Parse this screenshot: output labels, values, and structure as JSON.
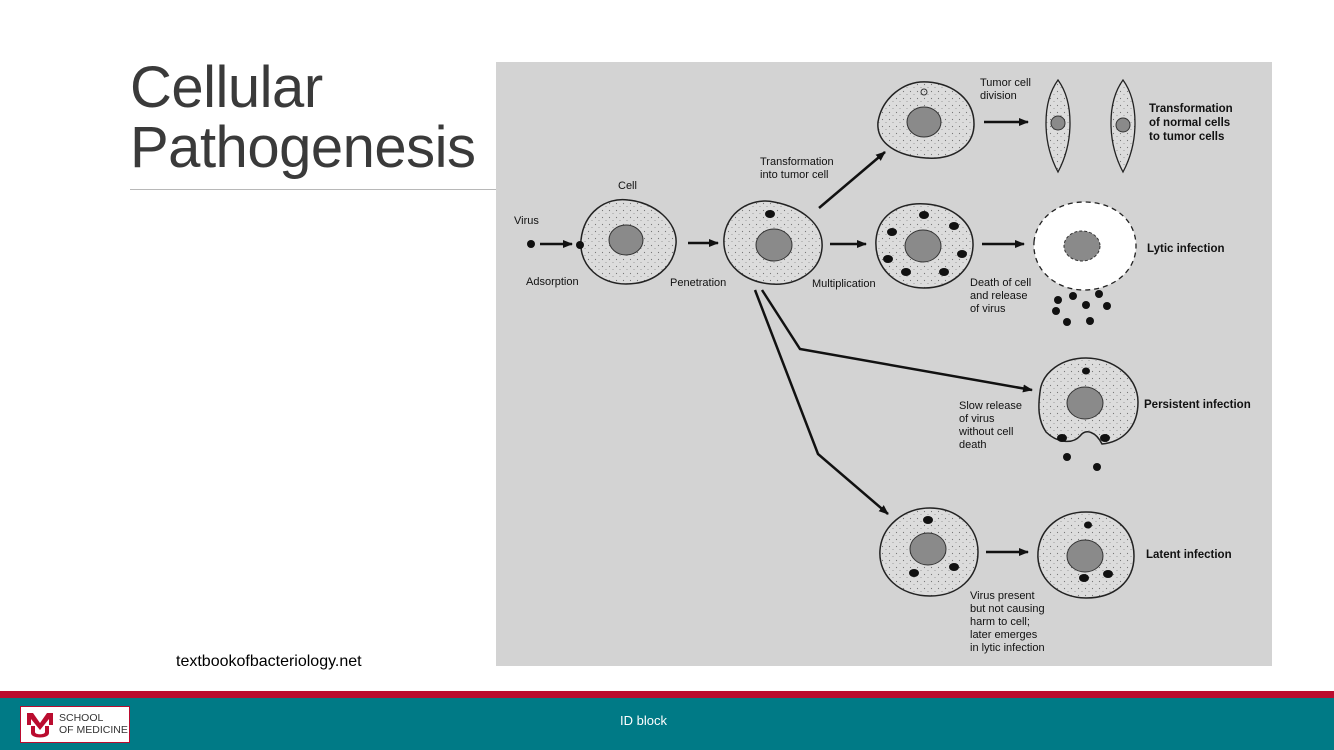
{
  "slide": {
    "title_line1": "Cellular",
    "title_line2": "Pathogenesis",
    "source": "textbookofbacteriology.net"
  },
  "diagram": {
    "labels": {
      "virus": "Virus",
      "adsorption": "Adsorption",
      "cell": "Cell",
      "penetration": "Penetration",
      "multiplication": "Multiplication",
      "transformation_into_tumor_line1": "Transformation",
      "transformation_into_tumor_line2": "into tumor cell",
      "tumor_division_line1": "Tumor cell",
      "tumor_division_line2": "division",
      "death_line1": "Death of cell",
      "death_line2": "and release",
      "death_line3": "of virus",
      "slow_line1": "Slow release",
      "slow_line2": "of virus",
      "slow_line3": "without cell",
      "slow_line4": "death",
      "present_line1": "Virus present",
      "present_line2": "but not causing",
      "present_line3": "harm to cell;",
      "present_line4": "later emerges",
      "present_line5": "in lytic infection"
    },
    "outcomes": {
      "transformation_line1": "Transformation",
      "transformation_line2": "of normal cells",
      "transformation_line3": "to tumor cells",
      "lytic": "Lytic infection",
      "persistent": "Persistent infection",
      "latent": "Latent infection"
    }
  },
  "footer": {
    "logo_line1": "SCHOOL",
    "logo_line2": "OF MEDICINE",
    "center_text": "ID block",
    "accent_color": "#ba0c2f",
    "bar_color": "#007a86"
  }
}
